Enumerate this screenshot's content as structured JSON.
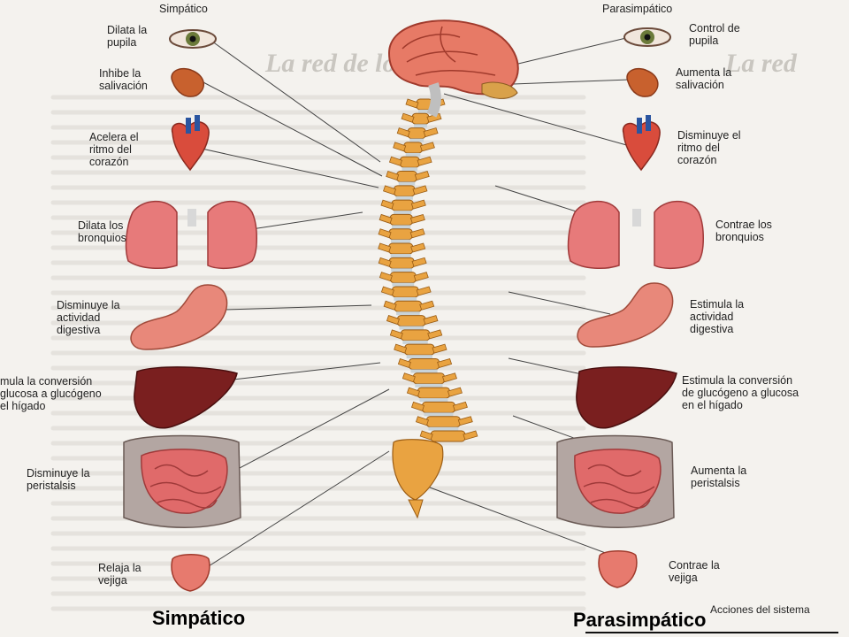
{
  "headers": {
    "left": "Simpático",
    "right": "Parasimpático"
  },
  "sympathetic": [
    "Dilata la\npupila",
    "Inhibe la\nsalivación",
    "Acelera el\nritmo del\ncorazón",
    "Dilata los\nbronquios",
    "Disminuye la\nactividad\ndigestiva",
    "mula la conversión\nglucosa a glucógeno\nel hígado",
    "Disminuye la\nperistalsis",
    "Relaja la\nvejiga"
  ],
  "parasympathetic": [
    "Control de\npupila",
    "Aumenta la\nsalivación",
    "Disminuye el\nritmo del\ncorazón",
    "Contrae los\nbronquios",
    "Estimula la\nactividad\ndigestiva",
    "Estimula la conversión\nde glucógeno a glucosa\nen el hígado",
    "Aumenta la\nperistalsis",
    "Contrae la\nvejiga"
  ],
  "footer": {
    "left": "Simpático",
    "right": "Parasimpático",
    "caption": "Acciones del sistema"
  },
  "background": {
    "heading": "La red de los nervios",
    "heading_right": "La red"
  },
  "colors": {
    "organ": "#d9594c",
    "liver": "#7a1f1f",
    "bone": "#e9a341",
    "disc": "#c9d3d8",
    "line": "#444444",
    "iris": "#6b7a3a"
  }
}
